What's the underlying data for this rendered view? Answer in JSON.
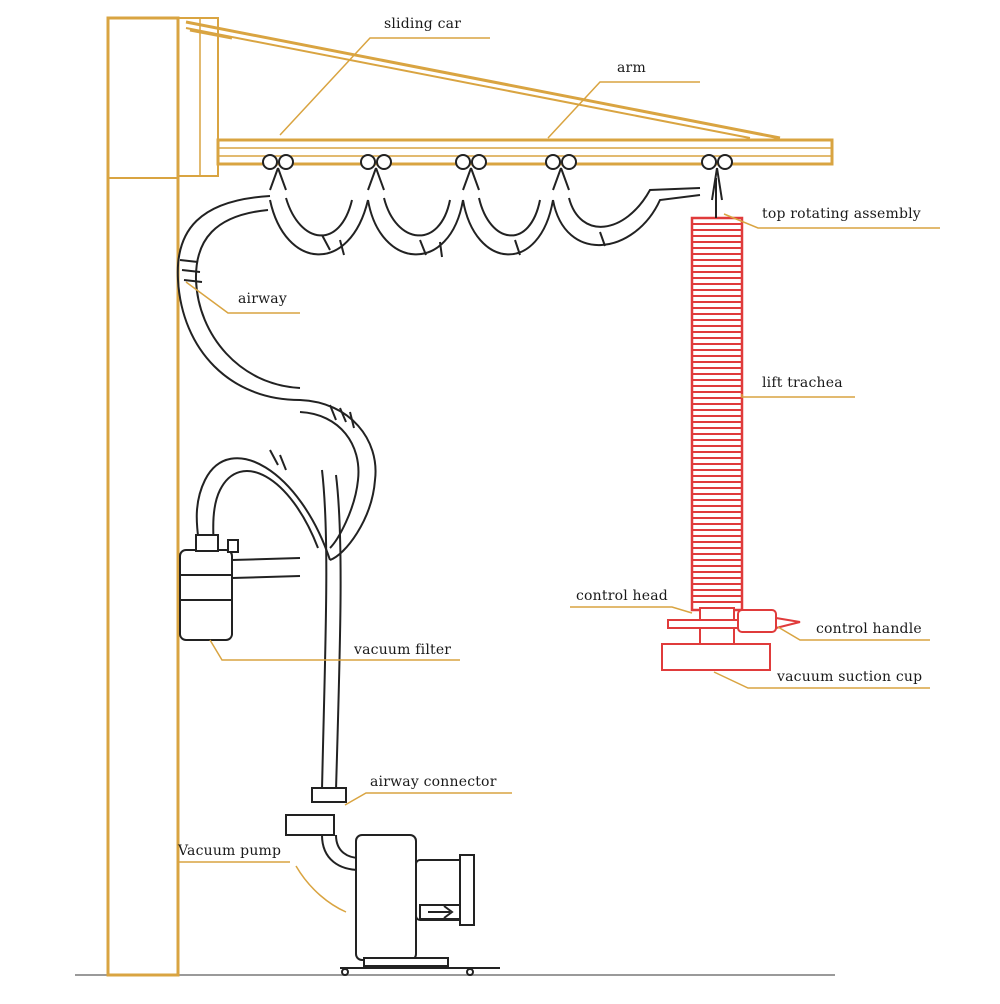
{
  "labels": {
    "sliding_car": "sliding  car",
    "arm": "arm",
    "top_rotating_assembly": "top rotating assembly",
    "airway": "airway",
    "lift_trachea": "lift trachea",
    "control_head": "control head",
    "control_handle": "control handle",
    "vacuum_suction_cup": "vacuum suction cup",
    "vacuum_filter": "vacuum filter",
    "airway_connector": "airway connector",
    "vacuum_pump": "Vacuum pump"
  },
  "colors": {
    "frame": "#d9a441",
    "leader": "#d9a441",
    "trachea": "#e03b3b",
    "outline": "#222222",
    "ground": "#9a9a9a"
  }
}
